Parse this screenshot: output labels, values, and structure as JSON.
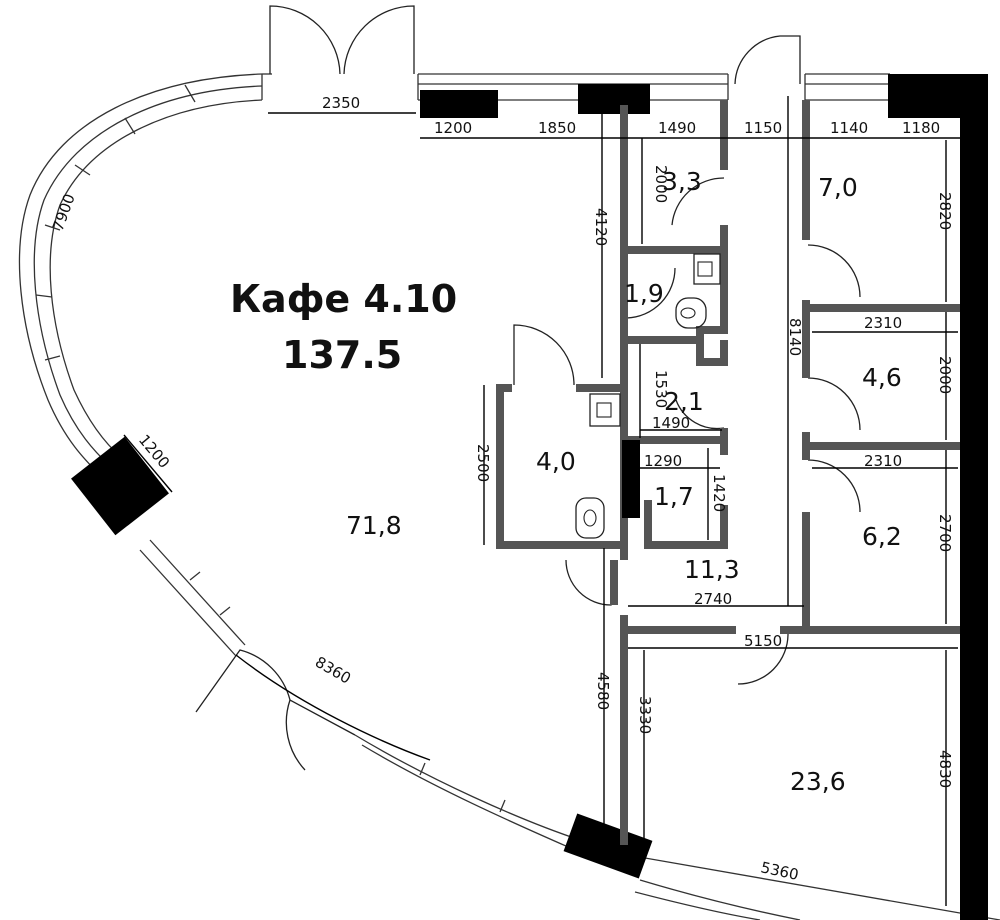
{
  "plan": {
    "title": "Кафе 4.10",
    "total_area": "137.5",
    "rooms": [
      {
        "id": "main",
        "area": "71,8"
      },
      {
        "id": "wc1",
        "area": "3,3"
      },
      {
        "id": "wc2",
        "area": "1,9"
      },
      {
        "id": "wc3",
        "area": "2,1"
      },
      {
        "id": "wc4",
        "area": "4,0"
      },
      {
        "id": "wc5",
        "area": "1,7"
      },
      {
        "id": "hall",
        "area": "11,3"
      },
      {
        "id": "r70",
        "area": "7,0"
      },
      {
        "id": "r46",
        "area": "4,6"
      },
      {
        "id": "r62",
        "area": "6,2"
      },
      {
        "id": "r236",
        "area": "23,6"
      }
    ],
    "dimensions": {
      "d2350": "2350",
      "d1200a": "1200",
      "d1850": "1850",
      "d1490a": "1490",
      "d1150": "1150",
      "d1140": "1140",
      "d1180": "1180",
      "d2000a": "2000",
      "d4120": "4120",
      "d2820": "2820",
      "d7900": "7900",
      "d8140": "8140",
      "d2310a": "2310",
      "d2000b": "2000",
      "d1530": "1530",
      "d1490b": "1490",
      "d2500": "2500",
      "d1290": "1290",
      "d1420": "1420",
      "d1200b": "1200",
      "d2310b": "2310",
      "d2700": "2700",
      "d2740": "2740",
      "d5150": "5150",
      "d8360": "8360",
      "d4580": "4580",
      "d3330": "3330",
      "d4830": "4830",
      "d5360": "5360"
    }
  }
}
